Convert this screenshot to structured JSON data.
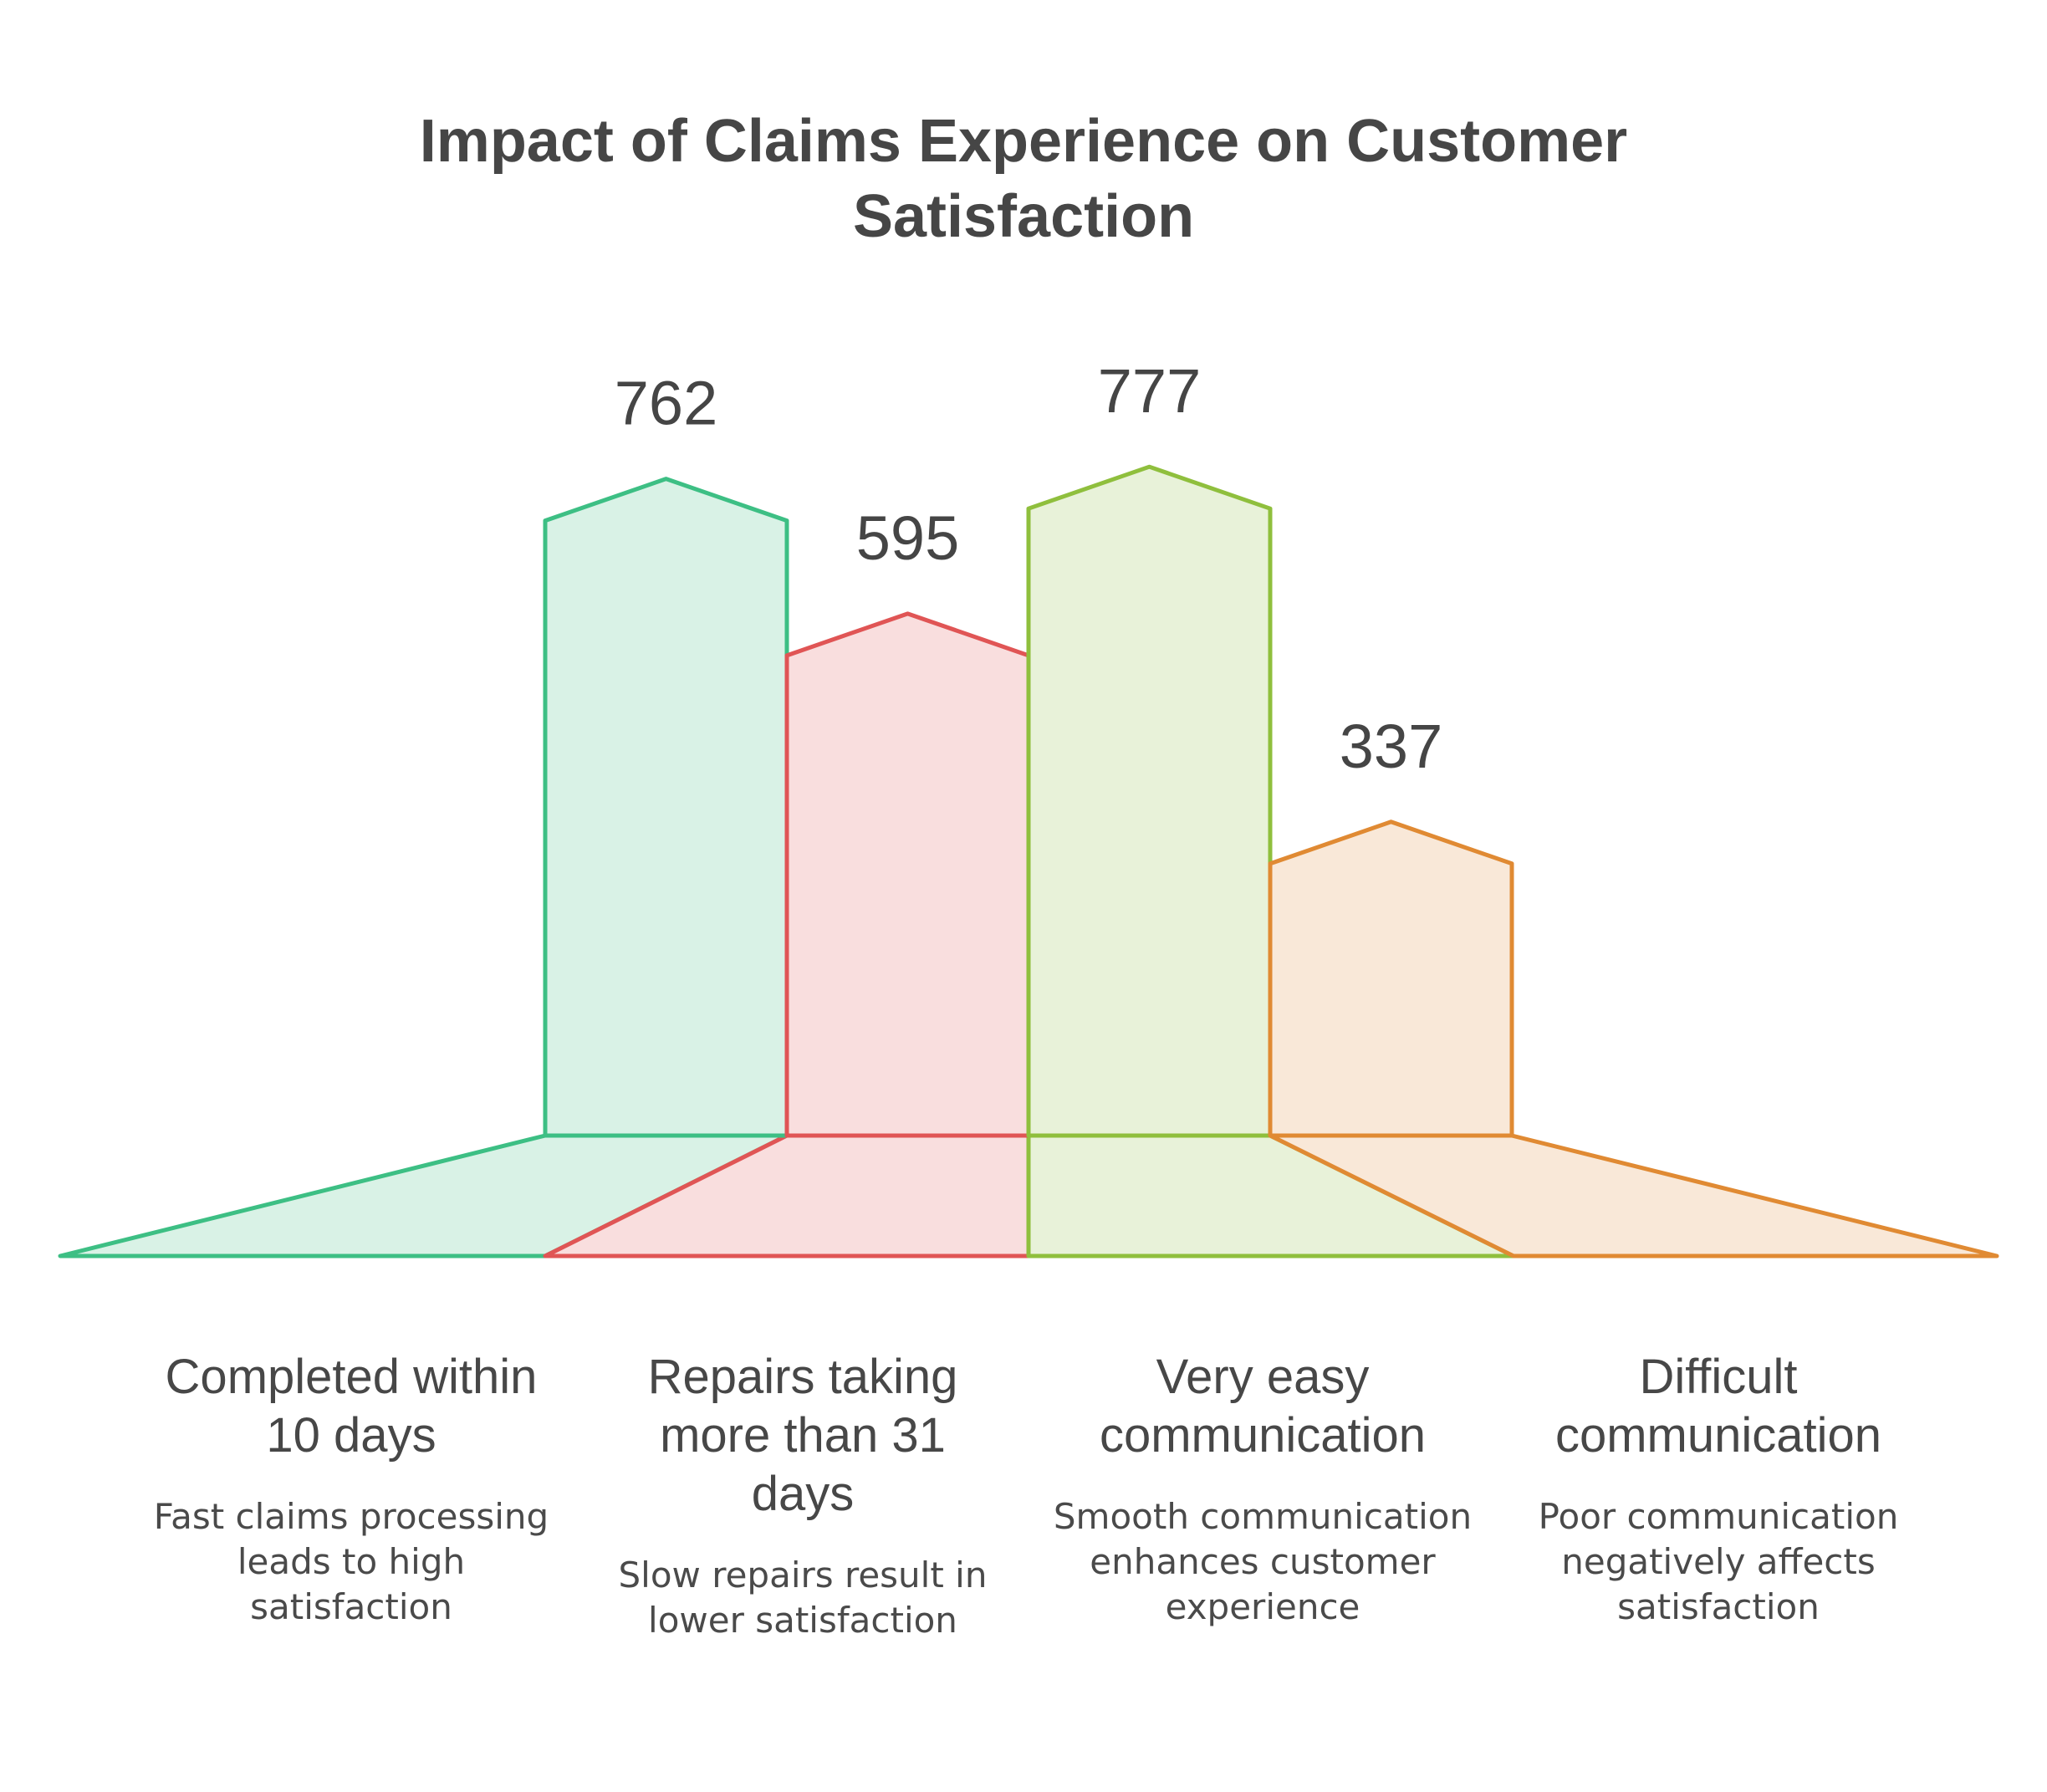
{
  "chart_data": {
    "type": "bar",
    "title": [
      "Impact of Claims Experience on Customer",
      "Satisfaction"
    ],
    "categories": [
      {
        "label_lines": [
          "Completed within",
          "10 days"
        ],
        "description_lines": [
          "Fast claims processing",
          "leads to high",
          "satisfaction"
        ],
        "value": 762,
        "value_label": "762",
        "stroke": "#3dbf84",
        "fill": "#d9f2e6"
      },
      {
        "label_lines": [
          "Repairs taking",
          "more than 31",
          "days"
        ],
        "description_lines": [
          "Slow repairs result in",
          "lower satisfaction"
        ],
        "value": 595,
        "value_label": "595",
        "stroke": "#e05555",
        "fill": "#f9dede"
      },
      {
        "label_lines": [
          "Very easy",
          "communication"
        ],
        "description_lines": [
          "Smooth communication",
          "enhances customer",
          "experience"
        ],
        "value": 777,
        "value_label": "777",
        "stroke": "#8fbf3d",
        "fill": "#e8f2d9"
      },
      {
        "label_lines": [
          "Difficult",
          "communication"
        ],
        "description_lines": [
          "Poor communication",
          "negatively affects",
          "satisfaction"
        ],
        "value": 337,
        "value_label": "337",
        "stroke": "#e08a33",
        "fill": "#f9e8d8"
      }
    ],
    "grid": false,
    "legend": "none"
  }
}
